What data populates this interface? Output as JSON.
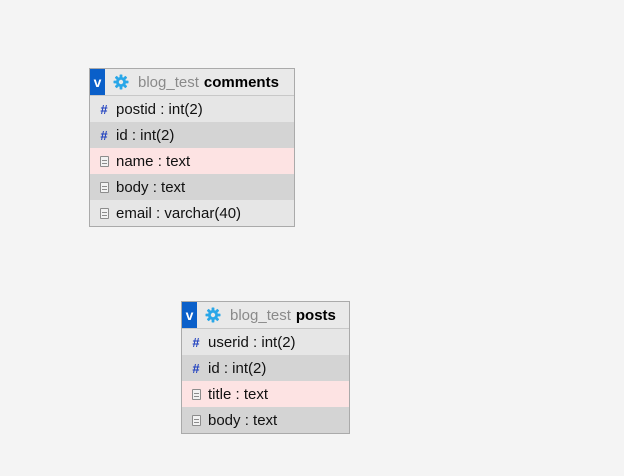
{
  "colors": {
    "toggle": "#0a5fc9",
    "gear": "#2aa7e8",
    "db_name": "#8a8a8a",
    "text_row": "#fde3e3",
    "row_alt": "#d4d4d4",
    "row": "#e6e6e6",
    "hash": "#1e3fbf"
  },
  "tables": [
    {
      "toggle_label": "v",
      "db": "blog_test",
      "name": "comments",
      "columns": [
        {
          "label": "postid : int(2)",
          "icon": "hash-icon"
        },
        {
          "label": "id : int(2)",
          "icon": "hash-icon"
        },
        {
          "label": "name : text",
          "icon": "text-doc-icon"
        },
        {
          "label": "body : text",
          "icon": "text-doc-icon"
        },
        {
          "label": "email : varchar(40)",
          "icon": "text-doc-icon"
        }
      ]
    },
    {
      "toggle_label": "v",
      "db": "blog_test",
      "name": "posts",
      "columns": [
        {
          "label": "userid : int(2)",
          "icon": "hash-icon"
        },
        {
          "label": "id : int(2)",
          "icon": "hash-icon"
        },
        {
          "label": "title : text",
          "icon": "text-doc-icon"
        },
        {
          "label": "body : text",
          "icon": "text-doc-icon"
        }
      ]
    }
  ]
}
